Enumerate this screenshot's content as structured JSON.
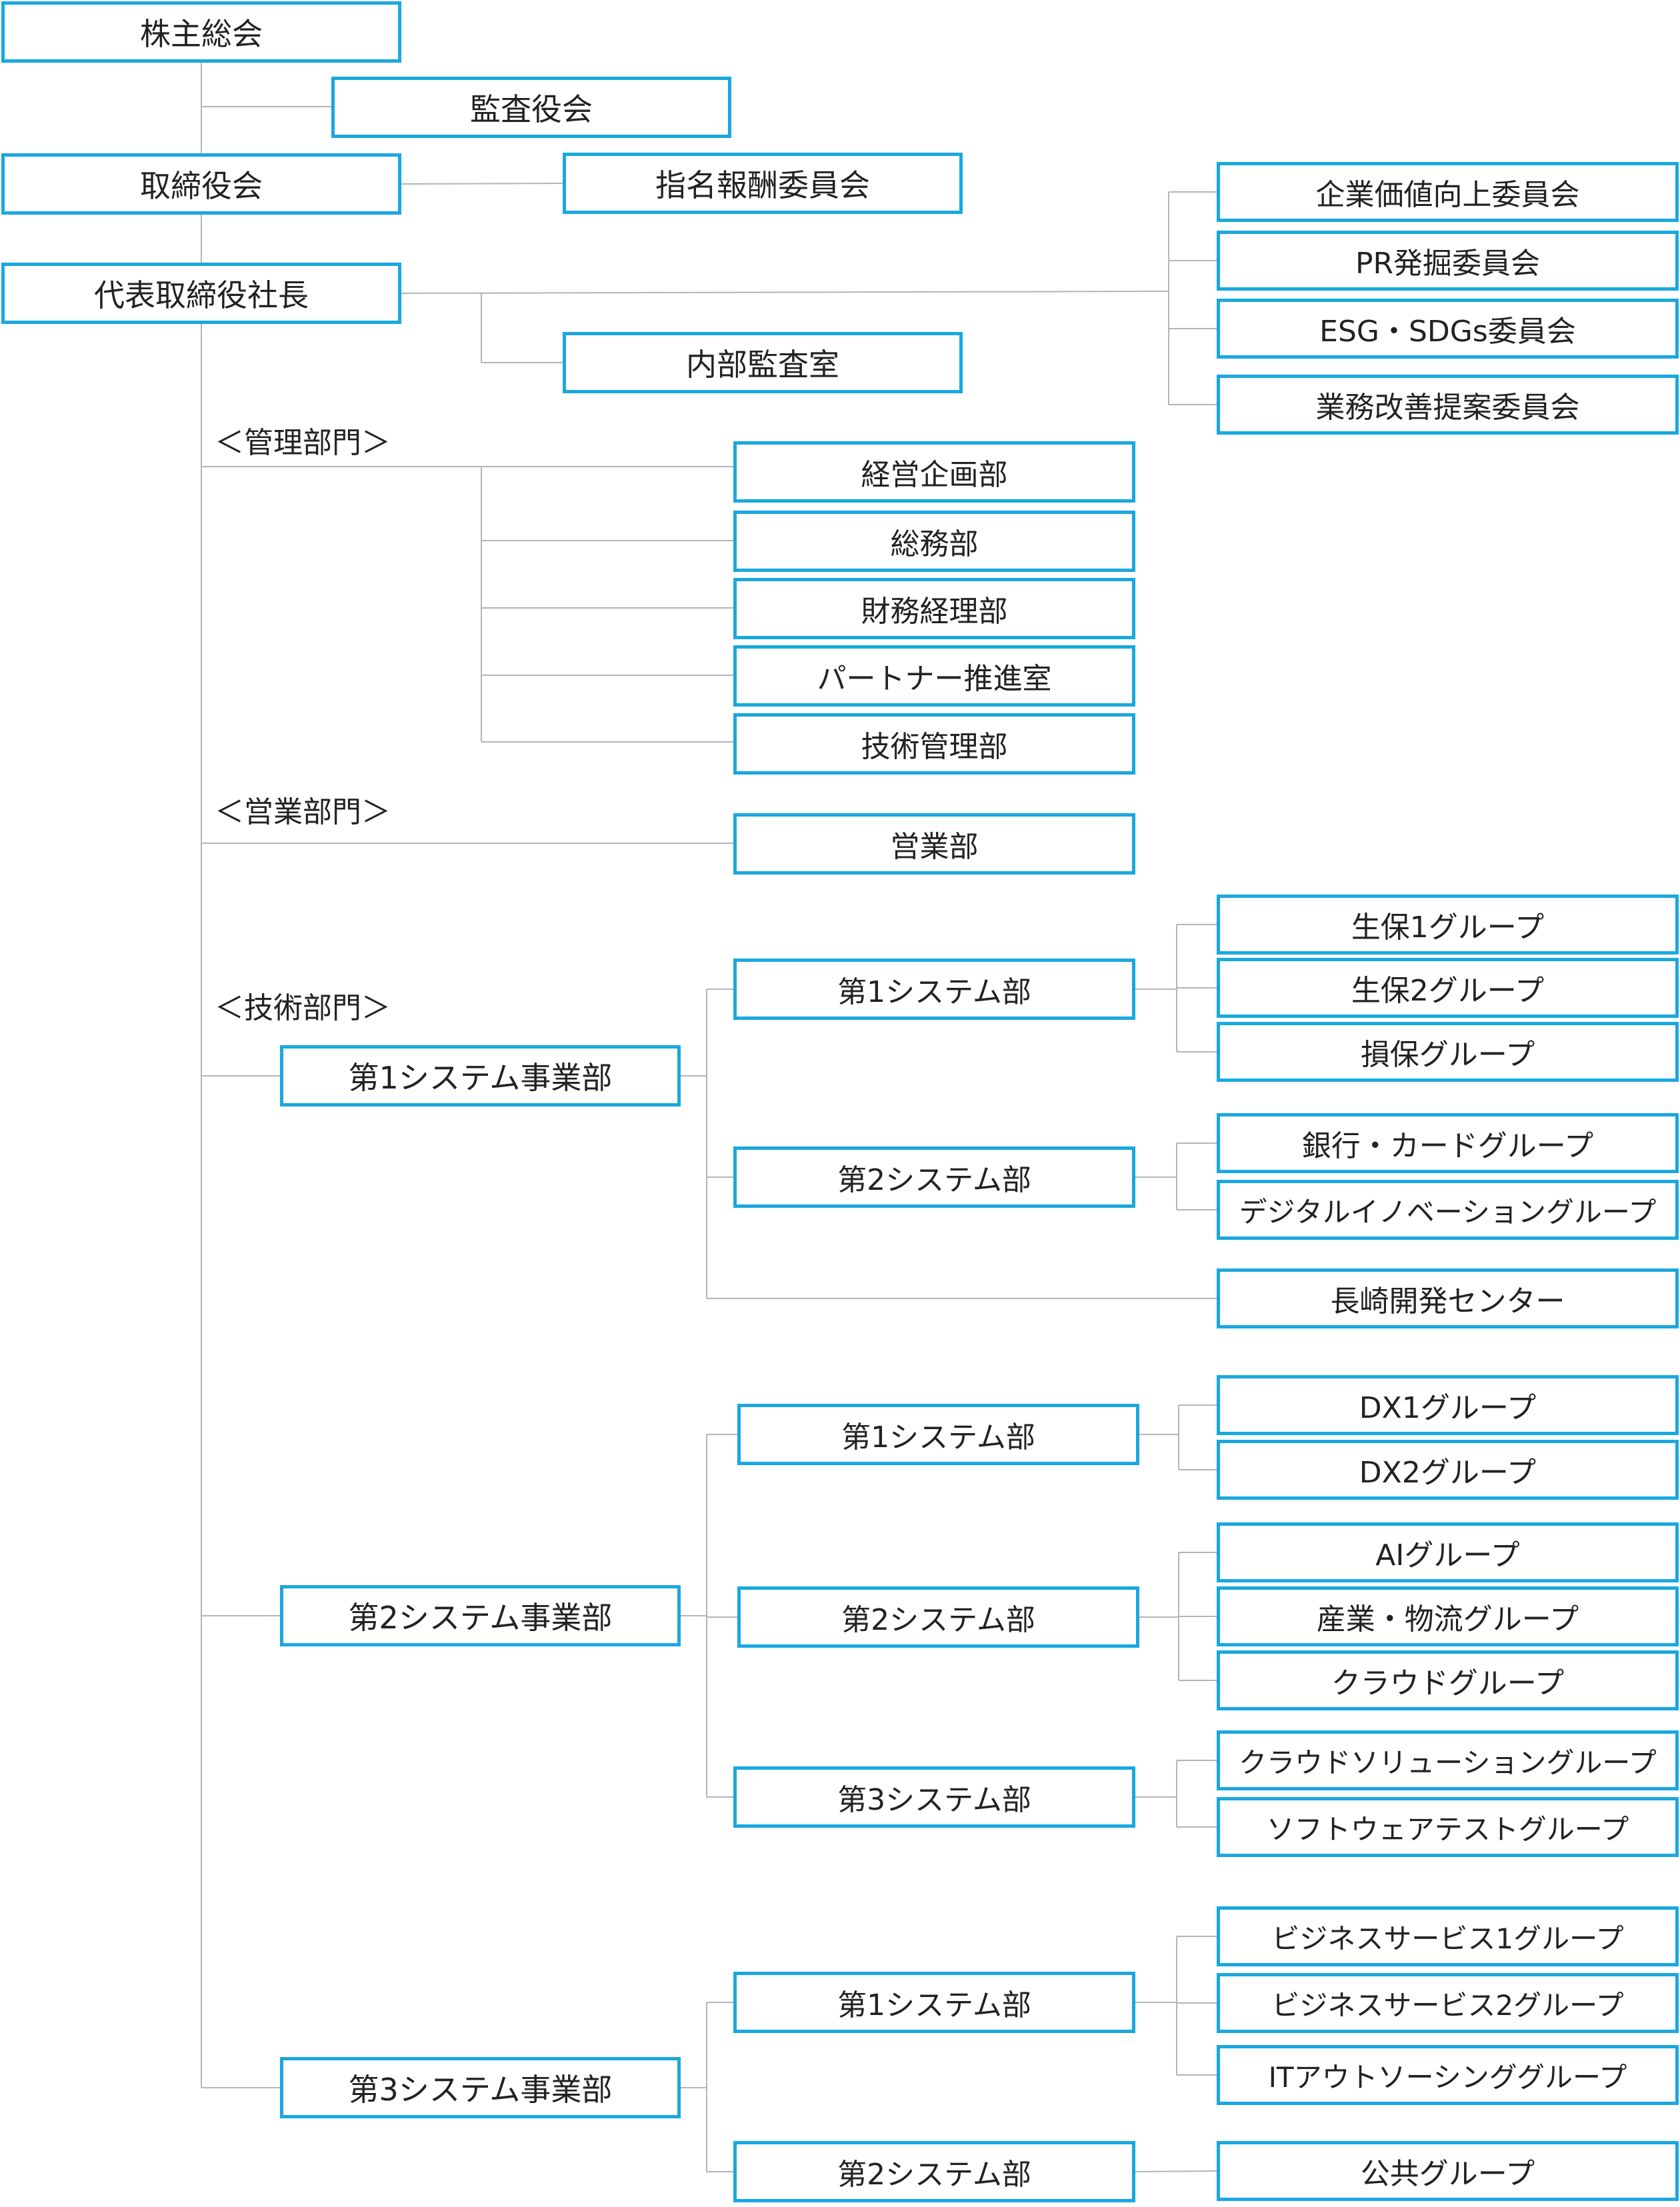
{
  "colors": {
    "box_border": "#19a8df",
    "connector": "#b4b4b4",
    "text": "#222222",
    "background": "#ffffff"
  },
  "top": {
    "shareholders": "株主総会",
    "auditors": "監査役会",
    "board": "取締役会",
    "nomination_committee": "指名報酬委員会",
    "president": "代表取締役社長",
    "internal_audit": "内部監査室"
  },
  "committees": [
    "企業価値向上委員会",
    "PR発掘委員会",
    "ESG・SDGs委員会",
    "業務改善提案委員会"
  ],
  "admin": {
    "section": "＜管理部門＞",
    "departments": [
      "経営企画部",
      "総務部",
      "財務経理部",
      "パートナー推進室",
      "技術管理部"
    ]
  },
  "sales": {
    "section": "＜営業部門＞",
    "departments": [
      "営業部"
    ]
  },
  "tech": {
    "section": "＜技術部門＞",
    "div1": {
      "name": "第1システム事業部",
      "dept1": {
        "name": "第1システム部",
        "groups": [
          "生保1グループ",
          "生保2グループ",
          "損保グループ"
        ]
      },
      "dept2": {
        "name": "第2システム部",
        "groups": [
          "銀行・カードグループ",
          "デジタルイノベーショングループ"
        ]
      },
      "center": "長崎開発センター"
    },
    "div2": {
      "name": "第2システム事業部",
      "dept1": {
        "name": "第1システム部",
        "groups": [
          "DX1グループ",
          "DX2グループ"
        ]
      },
      "dept2": {
        "name": "第2システム部",
        "groups": [
          "AIグループ",
          "産業・物流グループ",
          "クラウドグループ"
        ]
      },
      "dept3": {
        "name": "第3システム部",
        "groups": [
          "クラウドソリューショングループ",
          "ソフトウェアテストグループ"
        ]
      }
    },
    "div3": {
      "name": "第3システム事業部",
      "dept1": {
        "name": "第1システム部",
        "groups": [
          "ビジネスサービス1グループ",
          "ビジネスサービス2グループ",
          "ITアウトソーシンググループ"
        ]
      },
      "dept2": {
        "name": "第2システム部",
        "groups": [
          "公共グループ"
        ]
      }
    }
  }
}
